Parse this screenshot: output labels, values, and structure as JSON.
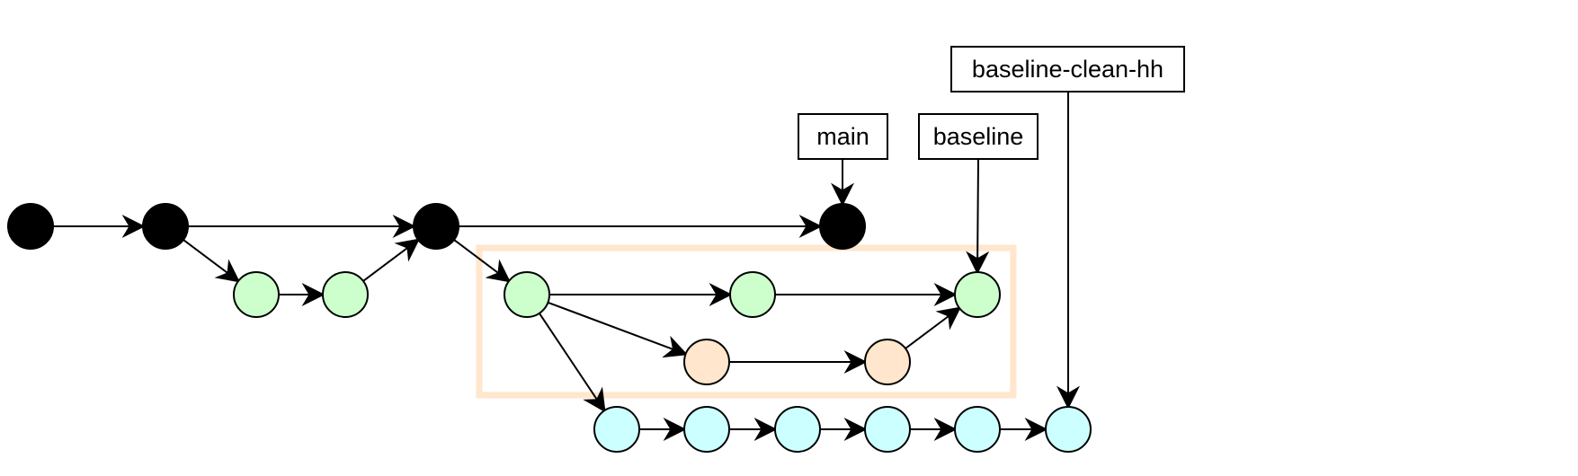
{
  "diagram": {
    "type": "git-branch-graph",
    "colors": {
      "main_commit": "#000000",
      "green_commit": "#ccffcc",
      "orange_commit": "#ffe6cc",
      "cyan_commit": "#ccffff",
      "highlight_box": "#ffe6cc",
      "edge": "#000000"
    },
    "labels": {
      "main": "main",
      "baseline": "baseline",
      "baseline_clean_hh": "baseline-clean-hh"
    },
    "nodes": [
      {
        "id": "m1",
        "lane": "main"
      },
      {
        "id": "m2",
        "lane": "main"
      },
      {
        "id": "m3",
        "lane": "main"
      },
      {
        "id": "m4",
        "lane": "main",
        "label": "main"
      },
      {
        "id": "g1",
        "lane": "green"
      },
      {
        "id": "g2",
        "lane": "green"
      },
      {
        "id": "g3",
        "lane": "green"
      },
      {
        "id": "g4",
        "lane": "green"
      },
      {
        "id": "g5",
        "lane": "green",
        "label": "baseline"
      },
      {
        "id": "o1",
        "lane": "orange"
      },
      {
        "id": "o2",
        "lane": "orange"
      },
      {
        "id": "c1",
        "lane": "cyan"
      },
      {
        "id": "c2",
        "lane": "cyan"
      },
      {
        "id": "c3",
        "lane": "cyan"
      },
      {
        "id": "c4",
        "lane": "cyan"
      },
      {
        "id": "c5",
        "lane": "cyan"
      },
      {
        "id": "c6",
        "lane": "cyan",
        "label": "baseline-clean-hh"
      }
    ],
    "edges": [
      [
        "m1",
        "m2"
      ],
      [
        "m2",
        "m3"
      ],
      [
        "m3",
        "m4"
      ],
      [
        "m2",
        "g1"
      ],
      [
        "g1",
        "g2"
      ],
      [
        "g2",
        "m3"
      ],
      [
        "m3",
        "g3"
      ],
      [
        "g3",
        "g4"
      ],
      [
        "g4",
        "g5"
      ],
      [
        "g3",
        "o1"
      ],
      [
        "o1",
        "o2"
      ],
      [
        "o2",
        "g5"
      ],
      [
        "g3",
        "c1"
      ],
      [
        "c1",
        "c2"
      ],
      [
        "c2",
        "c3"
      ],
      [
        "c3",
        "c4"
      ],
      [
        "c4",
        "c5"
      ],
      [
        "c5",
        "c6"
      ]
    ]
  }
}
